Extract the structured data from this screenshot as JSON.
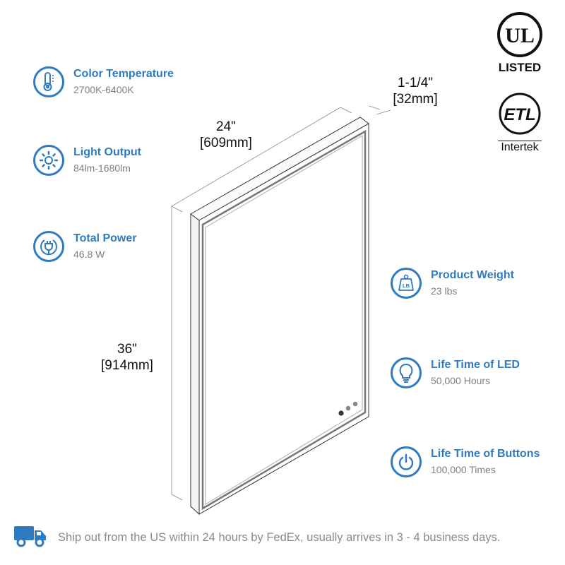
{
  "specs_left": [
    {
      "title": "Color Temperature",
      "value": "2700K-6400K",
      "icon": "thermometer-icon"
    },
    {
      "title": "Light Output",
      "value": "84lm-1680lm",
      "icon": "sun-icon"
    },
    {
      "title": "Total Power",
      "value": "46.8 W",
      "icon": "plug-icon"
    }
  ],
  "specs_right": [
    {
      "title": "Product Weight",
      "value": "23 lbs",
      "icon": "weight-icon",
      "icon_text": "LB"
    },
    {
      "title": "Life Time of LED",
      "value": "50,000 Hours",
      "icon": "lightbulb-icon"
    },
    {
      "title": "Life Time of Buttons",
      "value": "100,000 Times",
      "icon": "power-icon"
    }
  ],
  "dimensions": {
    "width_in": "24\"",
    "width_mm": "[609mm]",
    "height_in": "36\"",
    "height_mm": "[914mm]",
    "depth_in": "1-1/4\"",
    "depth_mm": "[32mm]"
  },
  "certifications": {
    "ul_text": "UL",
    "ul_label": "LISTED",
    "etl_text": "ETL",
    "etl_label": "Intertek"
  },
  "footer": {
    "icon": "truck-icon",
    "text": "Ship out from the US within 24 hours by FedEx, usually arrives in 3 - 4 business days."
  },
  "colors": {
    "accent": "#2e7bbf",
    "value_text": "#808080"
  }
}
